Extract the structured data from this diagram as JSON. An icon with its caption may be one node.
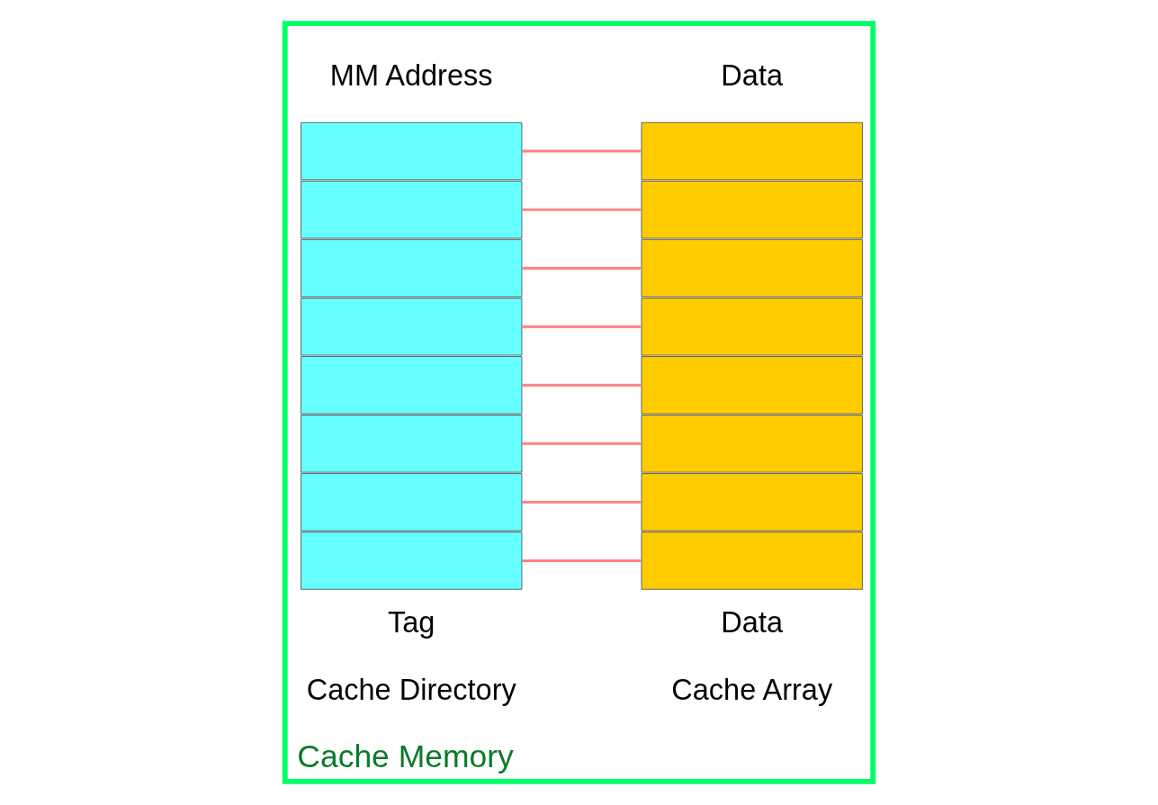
{
  "diagram": {
    "nodes": [
      {
        "text": [
          "Cache Memory"
        ]
      },
      {
        "text": [],
        "shape": "box",
        "in": 0
      },
      {
        "text": [],
        "shape": "box",
        "in": 0
      },
      {
        "text": [],
        "shape": "box",
        "in": 0
      },
      {
        "text": [],
        "shape": "box",
        "in": 0
      },
      {
        "text": [],
        "shape": "box",
        "in": 0
      },
      {
        "text": [],
        "shape": "box",
        "in": 0
      },
      {
        "text": [],
        "shape": "box",
        "in": 0
      },
      {
        "text": [],
        "shape": "box",
        "in": 0
      },
      {
        "text": [],
        "shape": "box",
        "in": 0
      },
      {
        "text": [],
        "shape": "box",
        "in": 0
      },
      {
        "text": [],
        "shape": "box",
        "in": 0
      },
      {
        "text": [],
        "shape": "box",
        "in": 0
      },
      {
        "text": [],
        "shape": "box",
        "in": 0
      },
      {
        "text": [],
        "shape": "box",
        "in": 0
      },
      {
        "text": [],
        "shape": "box",
        "in": 0
      },
      {
        "text": [],
        "shape": "box",
        "in": 0
      }
    ],
    "edges": [
      {
        "from": 1,
        "to": 9,
        "arrow": "none"
      },
      {
        "from": 2,
        "to": 10,
        "arrow": "none"
      },
      {
        "from": 3,
        "to": 11,
        "arrow": "none"
      },
      {
        "from": 4,
        "to": 12,
        "arrow": "none"
      },
      {
        "from": 5,
        "to": 13,
        "arrow": "none"
      },
      {
        "from": 6,
        "to": 14,
        "arrow": "none"
      },
      {
        "from": 7,
        "to": 15,
        "arrow": "none"
      },
      {
        "from": 8,
        "to": 16,
        "arrow": "none"
      }
    ],
    "labels": [
      "MM Address",
      "Data",
      "Tag",
      "Data",
      "Cache Directory",
      "Cache Array"
    ]
  }
}
